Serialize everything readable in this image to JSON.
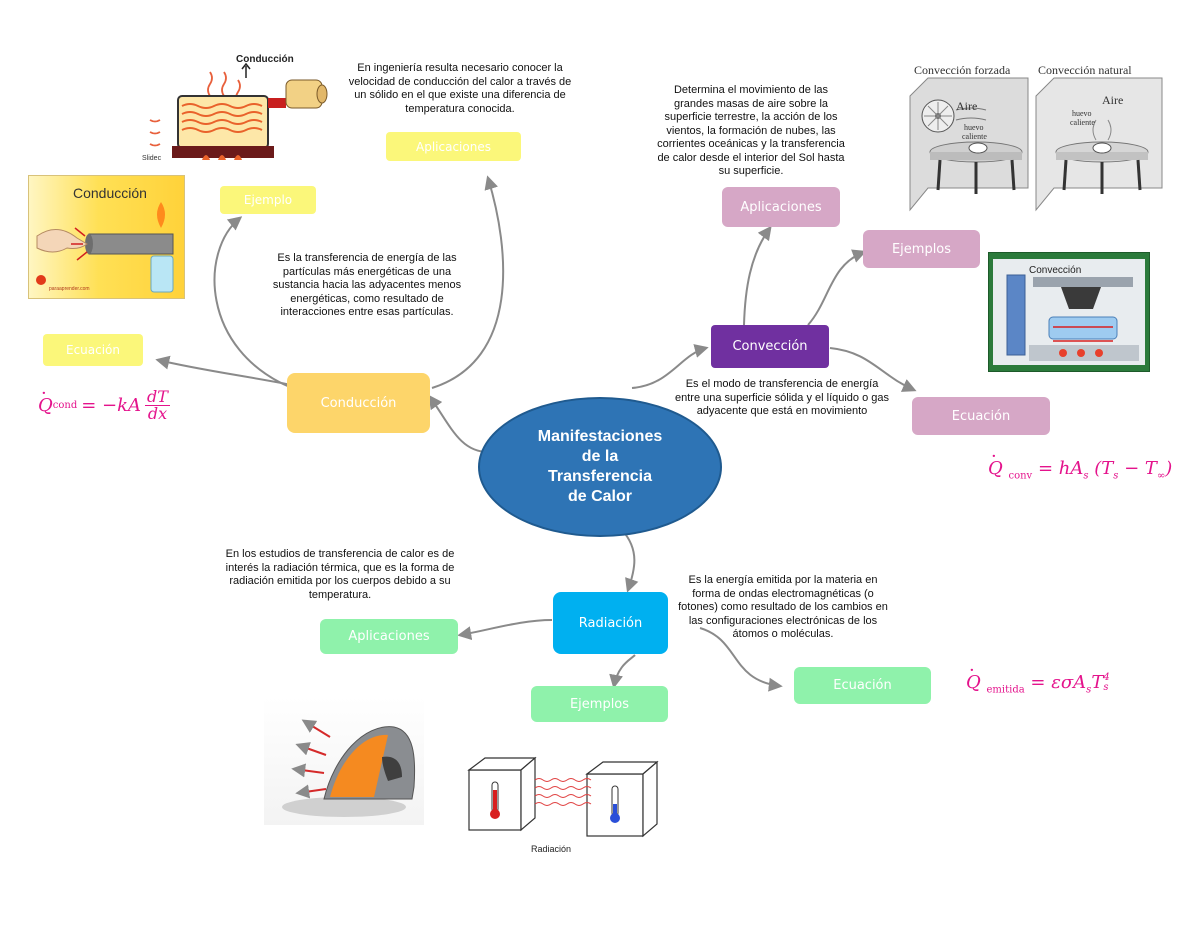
{
  "central": {
    "label_lines": [
      "Manifestaciones",
      "de la",
      "Transferencia",
      "de Calor"
    ]
  },
  "conduccion": {
    "label": "Conducción",
    "definition": "Es la transferencia de energía de las partículas más energéticas de una sustancia hacia las adyacentes menos energéticas, como resultado de interacciones entre esas partículas.",
    "aplicaciones_label": "Aplicaciones",
    "aplicaciones_text": "En ingeniería resulta necesario conocer la velocidad de conducción del calor a través de un sólido en el que existe una diferencia de temperatura conocida.",
    "ejemplo_label": "Ejemplo",
    "ecuacion_label": "Ecuación",
    "image1_title": "Conducción",
    "image1_credit": "Slideс",
    "image2_title": "Conducción",
    "image2_credit": "paraaprender.com",
    "equation": {
      "lhs": "Q",
      "sub": "cond",
      "rhs_pre": "= −kA",
      "num": "dT",
      "den": "dx"
    }
  },
  "conveccion": {
    "label": "Convección",
    "definition": "Es el modo de transferencia de energía entre una superficie sólida y el líquido o gas adyacente que está en movimiento",
    "aplicaciones_label": "Aplicaciones",
    "aplicaciones_text": "Determina el movimiento de las grandes masas de aire sobre la superficie terrestre, la acción de los vientos, la formación de nubes, las corrientes oceánicas y la transferencia de calor desde el interior del Sol hasta su superficie.",
    "ejemplos_label": "Ejemplos",
    "ecuacion_label": "Ecuación",
    "forzada_label": "Convección forzada",
    "natural_label": "Convección natural",
    "aire_label": "Aire",
    "huevo_label_1": "huevo",
    "huevo_label_2": "caliente",
    "image3_title": "Convección",
    "equation": {
      "lhs": "Q",
      "sub": "conv",
      "rhs": "= hA",
      "rhs_sub": "s",
      "paren": "(T",
      "paren_sub1": "s",
      "minus": " − T",
      "paren_sub2": "∞",
      "close": ")"
    }
  },
  "radiacion": {
    "label": "Radiación",
    "definition": "Es la energía emitida por la materia en forma de ondas electromagnéticas (o fotones) como resultado de los cambios en las configuraciones electrónicas de los átomos o moléculas.",
    "aplicaciones_label": "Aplicaciones",
    "aplicaciones_text": "En los estudios de transferencia de calor es de interés la radiación térmica, que es la forma de radiación emitida por los cuerpos debido a su temperatura.",
    "ejemplos_label": "Ejemplos",
    "ecuacion_label": "Ecuación",
    "image_caption": "Radiación",
    "equation": {
      "lhs": "Q",
      "sub": "emitida",
      "rhs": "= εσA",
      "rhs_sub": "s",
      "t": "T",
      "t_sub": "s",
      "t_sup": "4"
    }
  },
  "colors": {
    "central": "#2e74b5",
    "conduccion": "#fdd56a",
    "conduccion_light": "#fbf77a",
    "conveccion": "#7030a0",
    "conveccion_light": "#d6a7c6",
    "radiacion": "#00b0f0",
    "radiacion_light": "#8ff2ab",
    "equation": "#e4138c",
    "arrow": "#8a8a8a"
  }
}
